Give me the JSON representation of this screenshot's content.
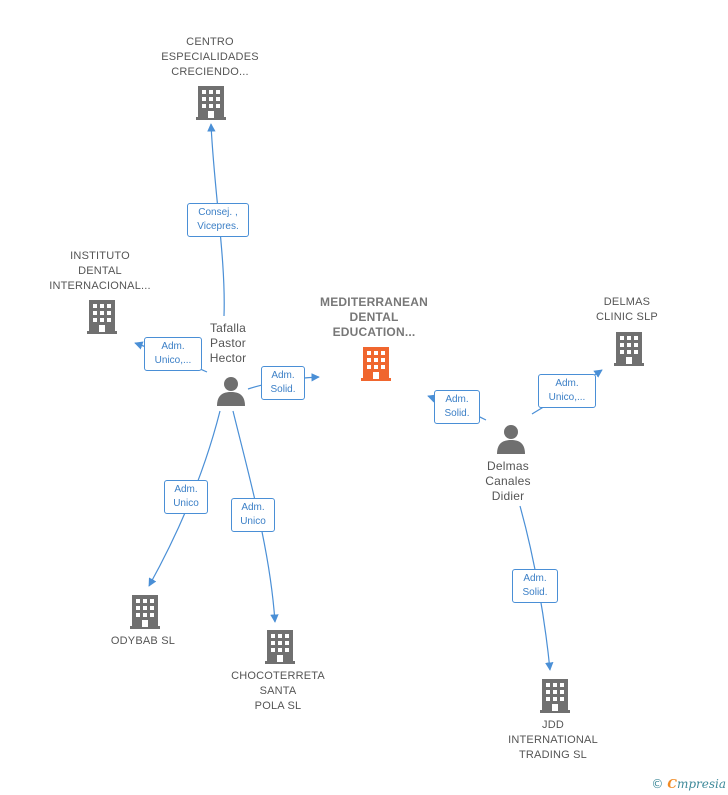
{
  "colors": {
    "edge": "#4a8fd6",
    "building": "#707070",
    "building_center": "#f0662e",
    "person": "#6f6f6f"
  },
  "nodes": {
    "centro": {
      "label": "CENTRO\nESPECIALIDADES\nCRECIENDO...",
      "icon": "building-icon"
    },
    "instituto": {
      "label": "INSTITUTO\nDENTAL\nINTERNACIONAL...",
      "icon": "building-icon"
    },
    "mediterranean": {
      "label": "MEDITERRANEAN\nDENTAL\nEDUCATION...",
      "icon": "building-icon"
    },
    "delmas_clinic": {
      "label": "DELMAS\nCLINIC SLP",
      "icon": "building-icon"
    },
    "tafalla": {
      "label": "Tafalla\nPastor\nHector",
      "icon": "person-icon"
    },
    "delmas_person": {
      "label": "Delmas\nCanales\nDidier",
      "icon": "person-icon"
    },
    "odybab": {
      "label": "ODYBAB SL",
      "icon": "building-icon"
    },
    "chocoterreta": {
      "label": "CHOCOTERRETA\nSANTA\nPOLA SL",
      "icon": "building-icon"
    },
    "jdd": {
      "label": "JDD\nINTERNATIONAL\nTRADING SL",
      "icon": "building-icon"
    }
  },
  "edges": {
    "tafalla_centro": "Consej. ,\nVicepres.",
    "tafalla_instituto": "Adm.\nUnico,...",
    "tafalla_mediterranean": "Adm.\nSolid.",
    "tafalla_odybab": "Adm.\nUnico",
    "tafalla_chocoterreta": "Adm.\nUnico",
    "delmas_mediterranean": "Adm.\nSolid.",
    "delmas_clinic": "Adm.\nUnico,...",
    "delmas_jdd": "Adm.\nSolid."
  },
  "footer": {
    "copyright": "©",
    "brand_first": "C",
    "brand_rest": "mpresia"
  }
}
